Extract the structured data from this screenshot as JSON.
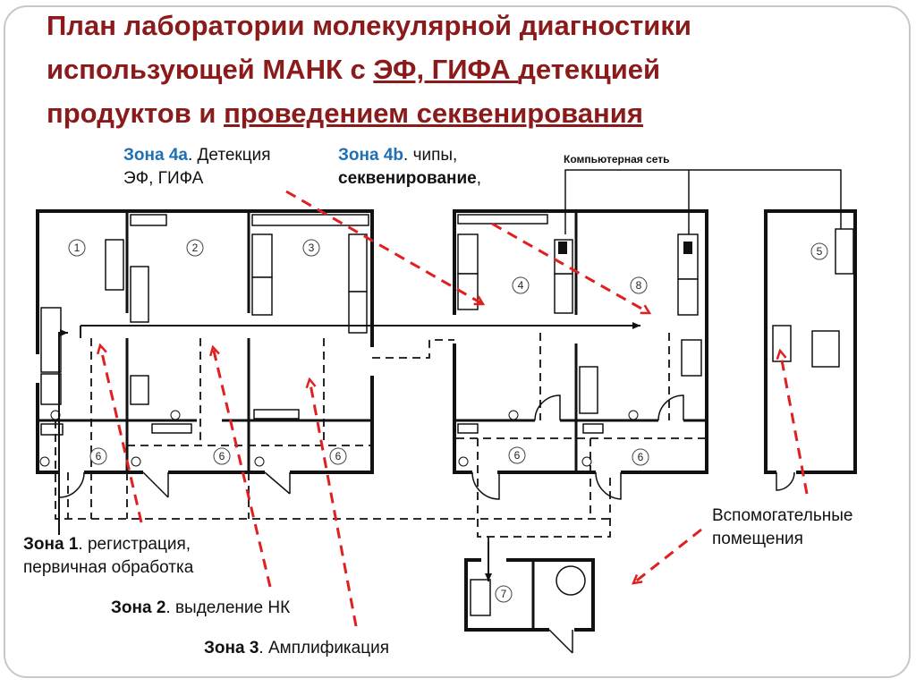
{
  "title": {
    "line1": "План лаборатории молекулярной диагностики",
    "line2a": "использующей МАНК с ",
    "line2b": "ЭФ, ГИФА ",
    "line2c": "детекцией",
    "line3a": "продуктов и ",
    "line3b": "проведением секвенирования"
  },
  "labels": {
    "zone4a": {
      "bold": "Зона 4а",
      "text": ". Детекция",
      "line2": "ЭФ, ГИФА"
    },
    "zone4b": {
      "bold": "Зона 4b",
      "text": ". чипы,",
      "line2bold": "секвенирование",
      "line2rest": ","
    },
    "network": "Компьютерная сеть",
    "zone1": {
      "bold": "Зона 1",
      "text": ". регистрация,",
      "line2": "первичная обработка"
    },
    "zone2": {
      "bold": "Зона 2",
      "text": ". выделение НК"
    },
    "zone3": {
      "bold": "Зона 3",
      "text": ". Амплификация"
    },
    "aux": {
      "line1": "Вспомогательные",
      "line2": "помещения"
    }
  },
  "rooms": [
    {
      "id": "r1",
      "label": "1"
    },
    {
      "id": "r2",
      "label": "2"
    },
    {
      "id": "r3",
      "label": "3"
    },
    {
      "id": "r4",
      "label": "4"
    },
    {
      "id": "r8",
      "label": "8"
    },
    {
      "id": "r5",
      "label": "5"
    },
    {
      "id": "r6a",
      "label": "6"
    },
    {
      "id": "r6b",
      "label": "6"
    },
    {
      "id": "r6c",
      "label": "6"
    },
    {
      "id": "r6d",
      "label": "6"
    },
    {
      "id": "r6e",
      "label": "6"
    },
    {
      "id": "r7",
      "label": "7"
    }
  ],
  "colors": {
    "title": "#8b1a1a",
    "zone_label": "#1f6fb5",
    "arrow": "#e02020",
    "wall": "#111111"
  }
}
